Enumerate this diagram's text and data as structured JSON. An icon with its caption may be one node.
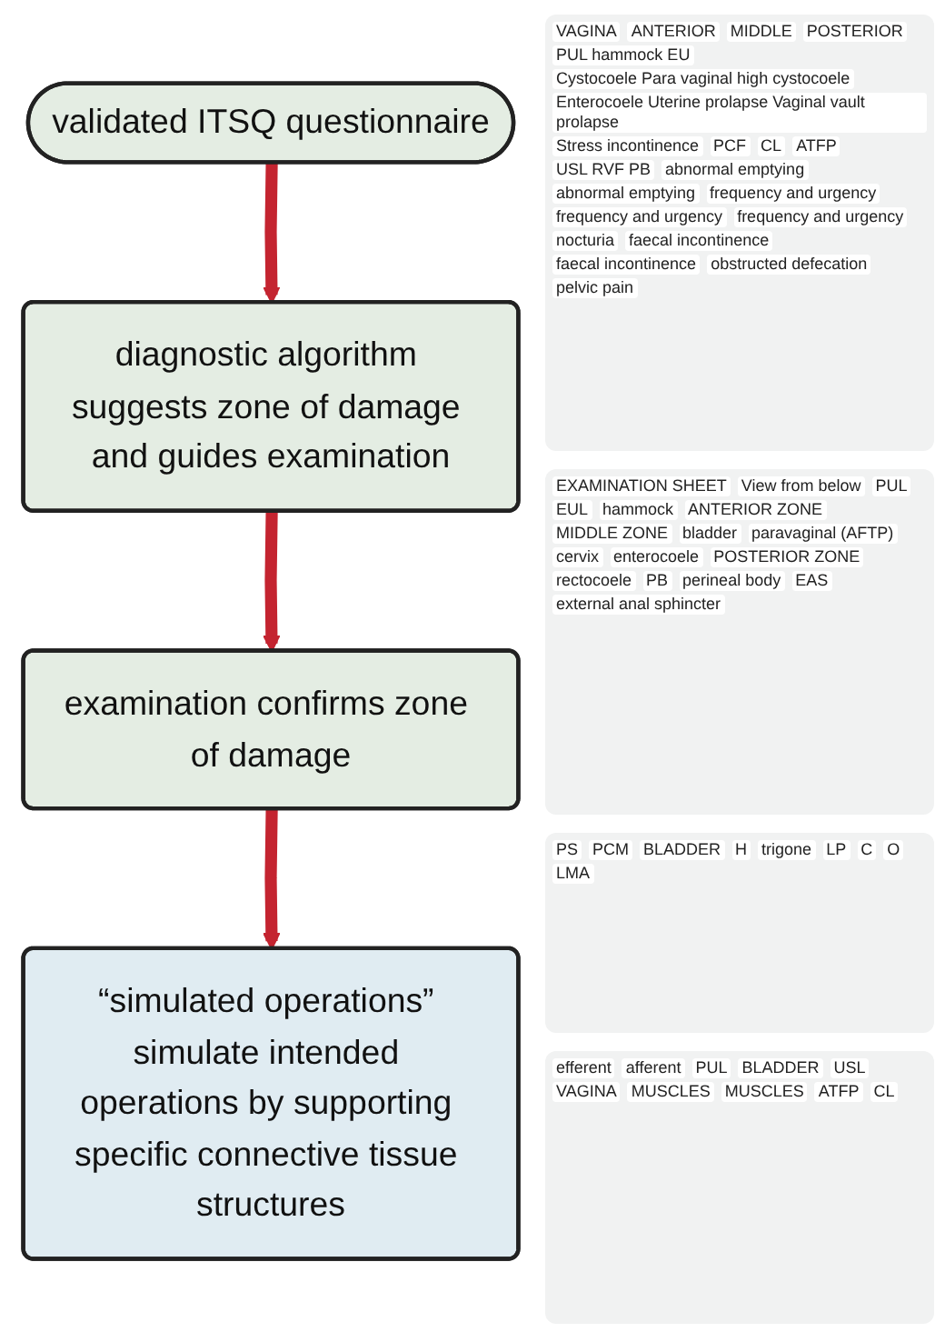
{
  "diagram": {
    "nodes": [
      {
        "text": [
          "validated ITSQ questionnaire"
        ]
      },
      {
        "text": [
          "diagnostic algorithm suggests zone of damage and guides examination"
        ]
      },
      {
        "text": [
          "examination confirms zone of damage"
        ]
      },
      {
        "text": [
          "“simulated operations” simulate intended operations by supporting specific connective tissue structures"
        ]
      }
    ],
    "edges": [
      {
        "from": 0,
        "to": 1,
        "arrow": "to"
      },
      {
        "from": 1,
        "to": 2,
        "arrow": "to"
      },
      {
        "from": 2,
        "to": 3,
        "arrow": "to"
      }
    ],
    "labels": [
      "VAGINA",
      "ANTERIOR",
      "MIDDLE",
      "POSTERIOR",
      "PUL hammock EU",
      "Cystocoele Para vaginal high cystocoele",
      "Enterocoele Uterine prolapse Vaginal vault prolapse",
      "Stress incontinence",
      "PCF",
      "CL",
      "ATFP",
      "USL RVF PB",
      "abnormal emptying",
      "abnormal emptying",
      "frequency and urgency",
      "frequency and urgency",
      "frequency and urgency",
      "nocturia",
      "faecal incontinence",
      "faecal incontinence",
      "obstructed defecation",
      "pelvic pain",
      "EXAMINATION SHEET",
      "View from below",
      "PUL",
      "EUL",
      "hammock",
      "ANTERIOR ZONE",
      "MIDDLE ZONE",
      "bladder",
      "paravaginal (AFTP)",
      "cervix",
      "enterocoele",
      "POSTERIOR ZONE",
      "rectocoele",
      "PB",
      "perineal body",
      "EAS",
      "external anal sphincter",
      "PS",
      "PCM",
      "BLADDER",
      "H",
      "trigone",
      "LP",
      "C",
      "O",
      "LMA",
      "efferent",
      "afferent",
      "PUL",
      "BLADDER",
      "USL",
      "VAGINA",
      "MUSCLES",
      "MUSCLES",
      "ATFP",
      "CL"
    ]
  }
}
